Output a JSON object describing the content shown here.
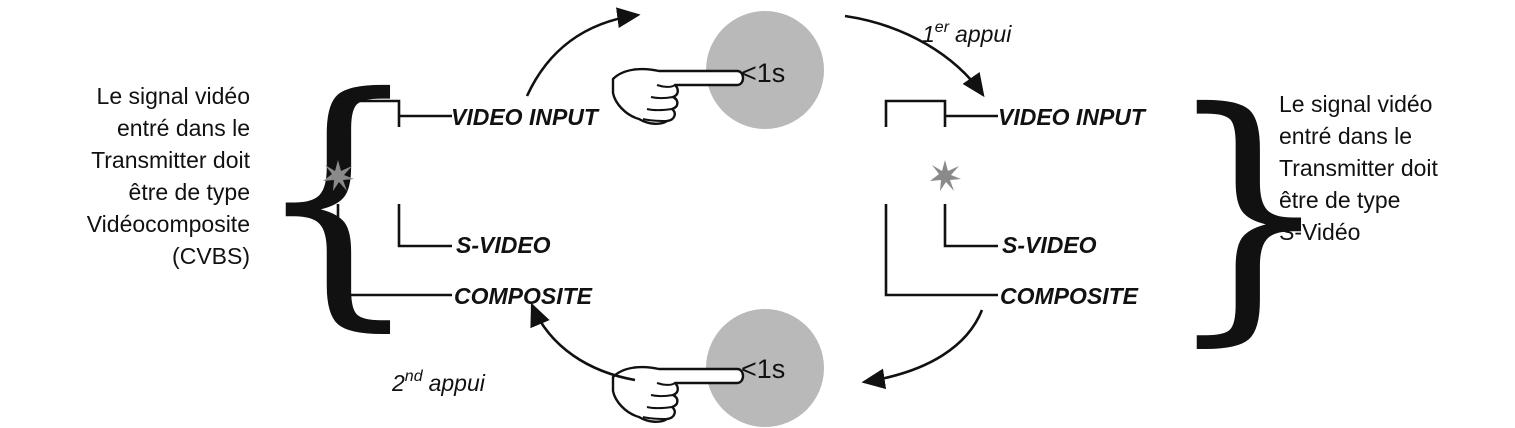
{
  "left_description": [
    "Le signal vidéo",
    "entré dans le",
    "Transmitter doit",
    "être de type",
    "Vidéocomposite",
    "(CVBS)"
  ],
  "right_description": [
    "Le signal vidéo",
    "entré dans le",
    "Transmitter doit",
    "être de type",
    "S-Vidéo"
  ],
  "labels": {
    "video_input": "VIDEO INPUT",
    "s_video": "S-VIDEO",
    "composite": "COMPOSITE"
  },
  "press_duration": "<1s",
  "first_press": {
    "number": "1",
    "suffix": "er",
    "word": "appui"
  },
  "second_press": {
    "number": "2",
    "suffix": "nd",
    "word": "appui"
  },
  "colors": {
    "button": "#b9b9b9",
    "line": "#111111"
  },
  "icons": [
    "pressing-hand-icon",
    "blinking-led-icon"
  ]
}
